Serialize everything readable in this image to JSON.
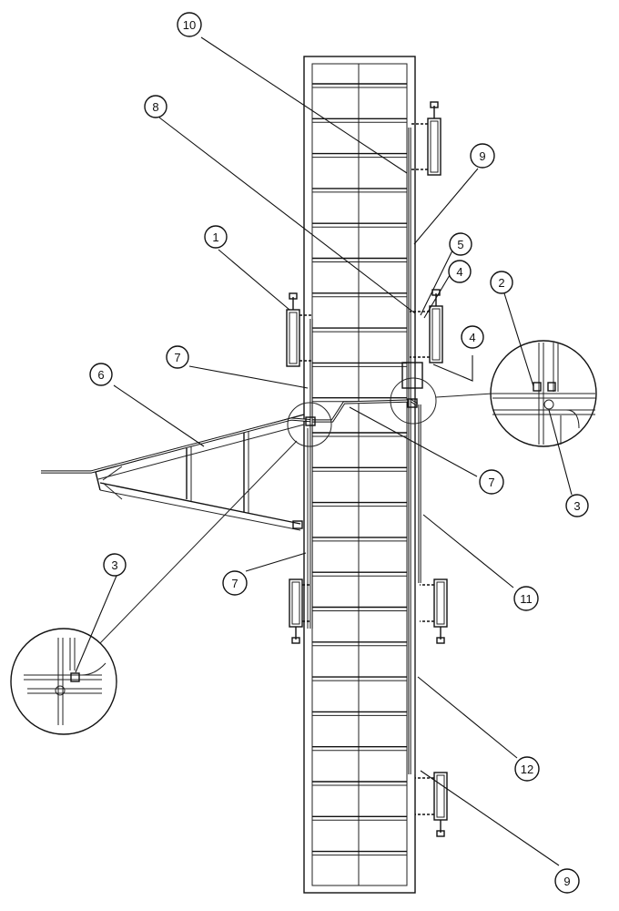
{
  "diagram": {
    "callouts": [
      {
        "id": "c10",
        "label": "10"
      },
      {
        "id": "c8",
        "label": "8"
      },
      {
        "id": "c9a",
        "label": "9"
      },
      {
        "id": "c5",
        "label": "5"
      },
      {
        "id": "c4a",
        "label": "4"
      },
      {
        "id": "c1",
        "label": "1"
      },
      {
        "id": "c2",
        "label": "2"
      },
      {
        "id": "c4b",
        "label": "4"
      },
      {
        "id": "c7a",
        "label": "7"
      },
      {
        "id": "c6",
        "label": "6"
      },
      {
        "id": "c3a",
        "label": "3"
      },
      {
        "id": "c7b",
        "label": "7"
      },
      {
        "id": "c3b",
        "label": "3"
      },
      {
        "id": "c7c",
        "label": "7"
      },
      {
        "id": "c11",
        "label": "11"
      },
      {
        "id": "c12",
        "label": "12"
      },
      {
        "id": "c9b",
        "label": "9"
      }
    ]
  }
}
